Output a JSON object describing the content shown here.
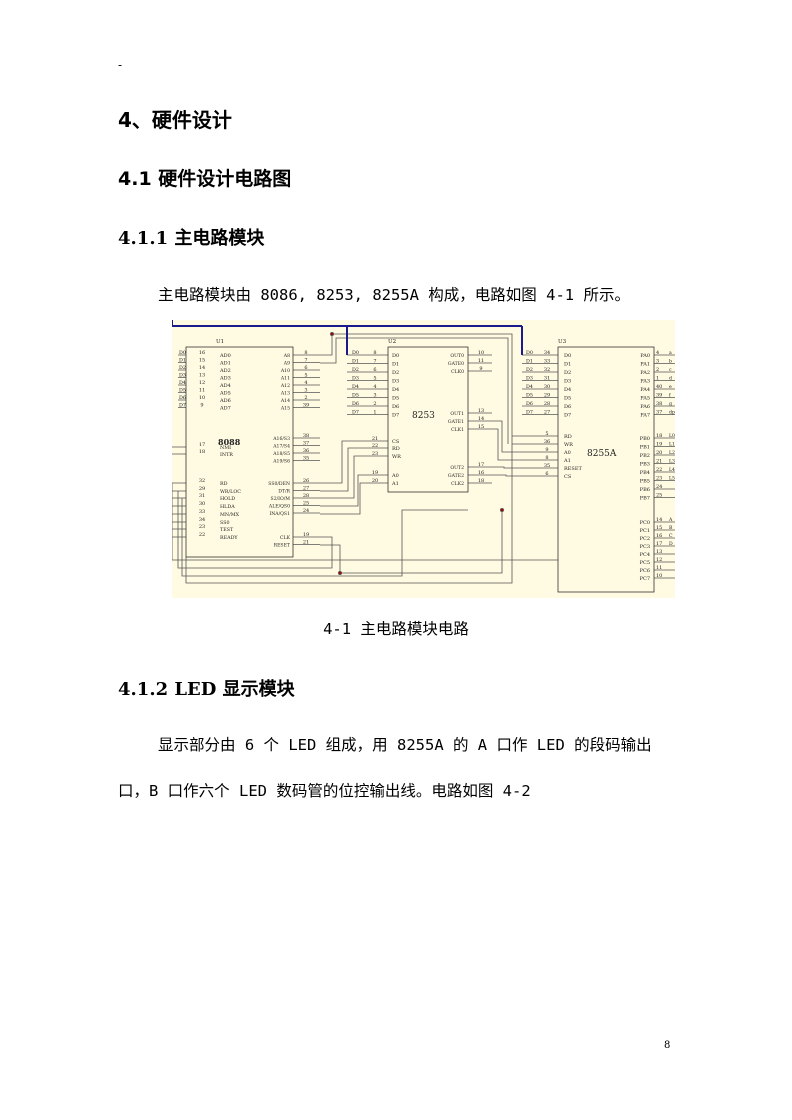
{
  "header_mark": "-",
  "section": {
    "title": "4、硬件设计"
  },
  "subsection": {
    "title": "4.1 硬件设计电路图"
  },
  "sub1": {
    "title": "4.1.1 主电路模块",
    "paragraph": "主电路模块由 8086,  8253,  8255A 构成，电路如图 4-1 所示。"
  },
  "figure": {
    "caption": "4-1 主电路模块电路",
    "chips": {
      "u1": {
        "ref": "U1",
        "name": "8088"
      },
      "u2": {
        "ref": "U2",
        "name": "8253"
      },
      "u3": {
        "ref": "U3",
        "name": "8255A"
      }
    },
    "u1_left_pins": [
      {
        "num": "16",
        "label": "AD0"
      },
      {
        "num": "15",
        "label": "AD1"
      },
      {
        "num": "14",
        "label": "AD2"
      },
      {
        "num": "13",
        "label": "AD3"
      },
      {
        "num": "12",
        "label": "AD4"
      },
      {
        "num": "11",
        "label": "AD5"
      },
      {
        "num": "10",
        "label": "AD6"
      },
      {
        "num": "9",
        "label": "AD7"
      }
    ],
    "u1_left_bus": [
      "D0",
      "D1",
      "D2",
      "D3",
      "D4",
      "D5",
      "D6",
      "D7"
    ],
    "u1_right_pins": [
      {
        "num": "8",
        "label": "A8"
      },
      {
        "num": "7",
        "label": "A9"
      },
      {
        "num": "6",
        "label": "A10"
      },
      {
        "num": "5",
        "label": "A11"
      },
      {
        "num": "4",
        "label": "A12"
      },
      {
        "num": "3",
        "label": "A13"
      },
      {
        "num": "2",
        "label": "A14"
      },
      {
        "num": "39",
        "label": "A15"
      },
      {
        "num": "38",
        "label": "A16/S3"
      },
      {
        "num": "37",
        "label": "A17/S4"
      },
      {
        "num": "36",
        "label": "A18/S5"
      },
      {
        "num": "35",
        "label": "A19/S6"
      },
      {
        "num": "26",
        "label": "SS0/DEN"
      },
      {
        "num": "27",
        "label": "DT/R"
      },
      {
        "num": "28",
        "label": "S2/IO/M"
      },
      {
        "num": "25",
        "label": "ALE/QS0"
      },
      {
        "num": "24",
        "label": "INA/QS1"
      },
      {
        "num": "19",
        "label": "CLK"
      },
      {
        "num": "21",
        "label": "RESET"
      }
    ],
    "u1_left_ctrl": [
      {
        "num": "17",
        "label": "NMI"
      },
      {
        "num": "18",
        "label": "INTR"
      },
      {
        "num": "32",
        "label": "RD"
      },
      {
        "num": "29",
        "label": "WR/LOC"
      },
      {
        "num": "31",
        "label": "HOLD"
      },
      {
        "num": "30",
        "label": "HLDA"
      },
      {
        "num": "33",
        "label": "MN/MX"
      },
      {
        "num": "34",
        "label": "SS0"
      },
      {
        "num": "23",
        "label": "TEST"
      },
      {
        "num": "22",
        "label": "READY"
      }
    ],
    "u2_data": [
      {
        "bus": "D0",
        "num": "8",
        "label": "D0"
      },
      {
        "bus": "D1",
        "num": "7",
        "label": "D1"
      },
      {
        "bus": "D2",
        "num": "6",
        "label": "D2"
      },
      {
        "bus": "D3",
        "num": "5",
        "label": "D3"
      },
      {
        "bus": "D4",
        "num": "4",
        "label": "D4"
      },
      {
        "bus": "D5",
        "num": "3",
        "label": "D5"
      },
      {
        "bus": "D6",
        "num": "2",
        "label": "D6"
      },
      {
        "bus": "D7",
        "num": "1",
        "label": "D7"
      }
    ],
    "u2_ctrl": [
      {
        "num": "21",
        "label": "CS"
      },
      {
        "num": "22",
        "label": "RD"
      },
      {
        "num": "23",
        "label": "WR"
      },
      {
        "num": "19",
        "label": "A0"
      },
      {
        "num": "20",
        "label": "A1"
      }
    ],
    "u2_right": [
      {
        "num": "10",
        "label": "OUT0"
      },
      {
        "num": "11",
        "label": "GATE0"
      },
      {
        "num": "9",
        "label": "CLK0"
      },
      {
        "num": "13",
        "label": "OUT1"
      },
      {
        "num": "14",
        "label": "GATE1"
      },
      {
        "num": "15",
        "label": "CLK1"
      },
      {
        "num": "17",
        "label": "OUT2"
      },
      {
        "num": "16",
        "label": "GATE2"
      },
      {
        "num": "18",
        "label": "CLK2"
      }
    ],
    "u3_data": [
      {
        "bus": "D0",
        "num": "34",
        "label": "D0"
      },
      {
        "bus": "D1",
        "num": "33",
        "label": "D1"
      },
      {
        "bus": "D2",
        "num": "32",
        "label": "D2"
      },
      {
        "bus": "D3",
        "num": "31",
        "label": "D3"
      },
      {
        "bus": "D4",
        "num": "30",
        "label": "D4"
      },
      {
        "bus": "D5",
        "num": "29",
        "label": "D5"
      },
      {
        "bus": "D6",
        "num": "28",
        "label": "D6"
      },
      {
        "bus": "D7",
        "num": "27",
        "label": "D7"
      }
    ],
    "u3_ctrl": [
      {
        "num": "5",
        "label": "RD"
      },
      {
        "num": "36",
        "label": "WR"
      },
      {
        "num": "9",
        "label": "A0"
      },
      {
        "num": "8",
        "label": "A1"
      },
      {
        "num": "35",
        "label": "RESET"
      },
      {
        "num": "6",
        "label": "CS"
      }
    ],
    "u3_pa": [
      {
        "num": "4",
        "label": "PA0",
        "seg": "a"
      },
      {
        "num": "3",
        "label": "PA1",
        "seg": "b"
      },
      {
        "num": "2",
        "label": "PA2",
        "seg": "c"
      },
      {
        "num": "1",
        "label": "PA3",
        "seg": "d"
      },
      {
        "num": "40",
        "label": "PA4",
        "seg": "e"
      },
      {
        "num": "39",
        "label": "PA5",
        "seg": "f"
      },
      {
        "num": "38",
        "label": "PA6",
        "seg": "g"
      },
      {
        "num": "37",
        "label": "PA7",
        "seg": "dp"
      }
    ],
    "u3_pb": [
      {
        "num": "18",
        "label": "PB0",
        "net": "L0"
      },
      {
        "num": "19",
        "label": "PB1",
        "net": "L1"
      },
      {
        "num": "20",
        "label": "PB2",
        "net": "L2"
      },
      {
        "num": "21",
        "label": "PB3",
        "net": "L3"
      },
      {
        "num": "22",
        "label": "PB4",
        "net": "L4"
      },
      {
        "num": "23",
        "label": "PB5",
        "net": "L5"
      },
      {
        "num": "24",
        "label": "PB6",
        "net": ""
      },
      {
        "num": "25",
        "label": "PB7",
        "net": ""
      }
    ],
    "u3_pc": [
      {
        "num": "14",
        "label": "PC0",
        "net": "A"
      },
      {
        "num": "15",
        "label": "PC1",
        "net": "B"
      },
      {
        "num": "16",
        "label": "PC2",
        "net": "C"
      },
      {
        "num": "17",
        "label": "PC3",
        "net": "D"
      },
      {
        "num": "13",
        "label": "PC4",
        "net": ""
      },
      {
        "num": "12",
        "label": "PC5",
        "net": ""
      },
      {
        "num": "11",
        "label": "PC6",
        "net": ""
      },
      {
        "num": "10",
        "label": "PC7",
        "net": ""
      }
    ]
  },
  "sub2": {
    "title": "4.1.2 LED 显示模块",
    "line1": "显示部分由 6 个 LED 组成，用 8255A 的 A 口作 LED 的段码输出",
    "line2": "口，B 口作六个 LED 数码管的位控输出线。电路如图 4-2"
  },
  "page_number": "8"
}
